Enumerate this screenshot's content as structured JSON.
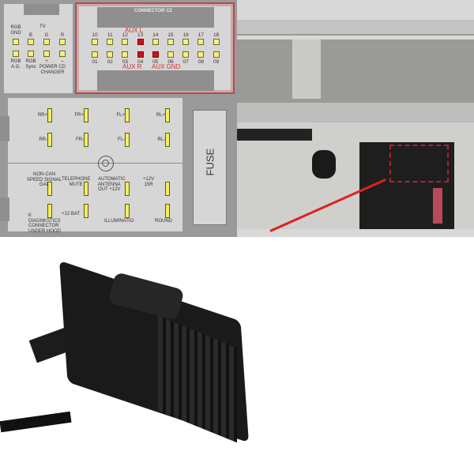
{
  "tv_connector": {
    "header": "TV",
    "top_labels": [
      "RGB\nGND",
      "B",
      "G",
      "R"
    ],
    "bottom_labels": [
      "RGB\nA.G.",
      "RGB\nSync",
      "+",
      "–"
    ],
    "power_label": "POWER CD\nCHANGER"
  },
  "connector_c2": {
    "title": "CONNECTOR C2",
    "top_pins": [
      "10",
      "11",
      "12",
      "13",
      "14",
      "15",
      "16",
      "17",
      "18"
    ],
    "bottom_pins": [
      "01",
      "02",
      "03",
      "04",
      "05",
      "06",
      "07",
      "08",
      "09"
    ],
    "highlighted": [
      "13",
      "04",
      "05"
    ],
    "aux_l": "AUX L",
    "aux_r": "AUX R",
    "aux_gnd": "AUX GND",
    "highlight_color": "#c8141c"
  },
  "speaker_connector": {
    "row1": [
      "RR+",
      "FR+",
      "FL+",
      "RL+"
    ],
    "row2": [
      "RR-",
      "FR-",
      "FL-",
      "RL-"
    ],
    "row3": [
      "NON-CAN\nSPEED SIGNAL\nGAL",
      "TELEPHONE\nMUTE",
      "AUTOMATIC\nANTENNA\nOUT +12V",
      "+12V\n15R"
    ],
    "row4": [
      "K\nDIAGNKSTICS\nCONNECTOR\nUNDER HOOD",
      "+12 BAT",
      "ILLUMINATIO",
      "ROUND"
    ],
    "fuse": "FUSE"
  }
}
